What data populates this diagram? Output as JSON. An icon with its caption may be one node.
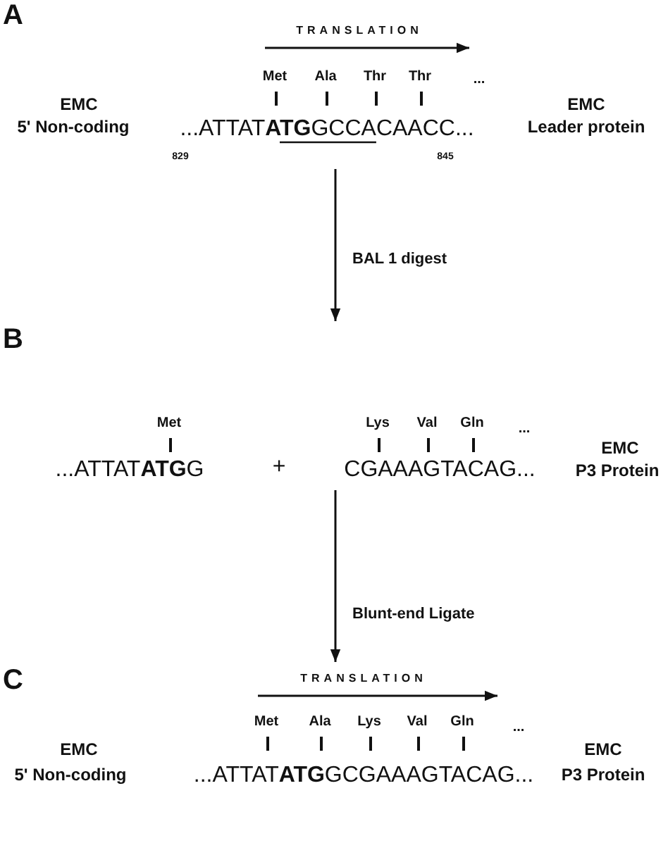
{
  "diagram": {
    "nodes": [
      {
        "text": [
          "A"
        ]
      },
      {
        "text": [
          "B"
        ]
      },
      {
        "text": [
          "C"
        ]
      }
    ],
    "edges": [
      {
        "from": 0,
        "to": 1,
        "arrow": "to",
        "label": "BAL 1 digest"
      },
      {
        "from": 1,
        "to": 2,
        "arrow": "to",
        "label": "Blunt-end Ligate"
      }
    ],
    "labels": [
      "TRANSLATION",
      "Met",
      "Ala",
      "Thr",
      "Thr",
      "...",
      "EMC",
      "EMC",
      "5' Non-coding",
      "...ATTAT**ATG**GCCACAACC...",
      "Leader protein",
      "829",
      "845",
      "Met",
      "Lys",
      "Val",
      "Gln",
      "...",
      "EMC",
      "...ATTAT**ATG**G",
      "+",
      "CGAAAGTACAG...",
      "P3 Protein",
      "TRANSLATION",
      "Met",
      "Ala",
      "Lys",
      "Val",
      "Gln",
      "...",
      "EMC",
      "EMC",
      "5' Non-coding",
      "...ATTAT**ATG**GCGAAAGTACAG...",
      "P3 Protein"
    ]
  }
}
